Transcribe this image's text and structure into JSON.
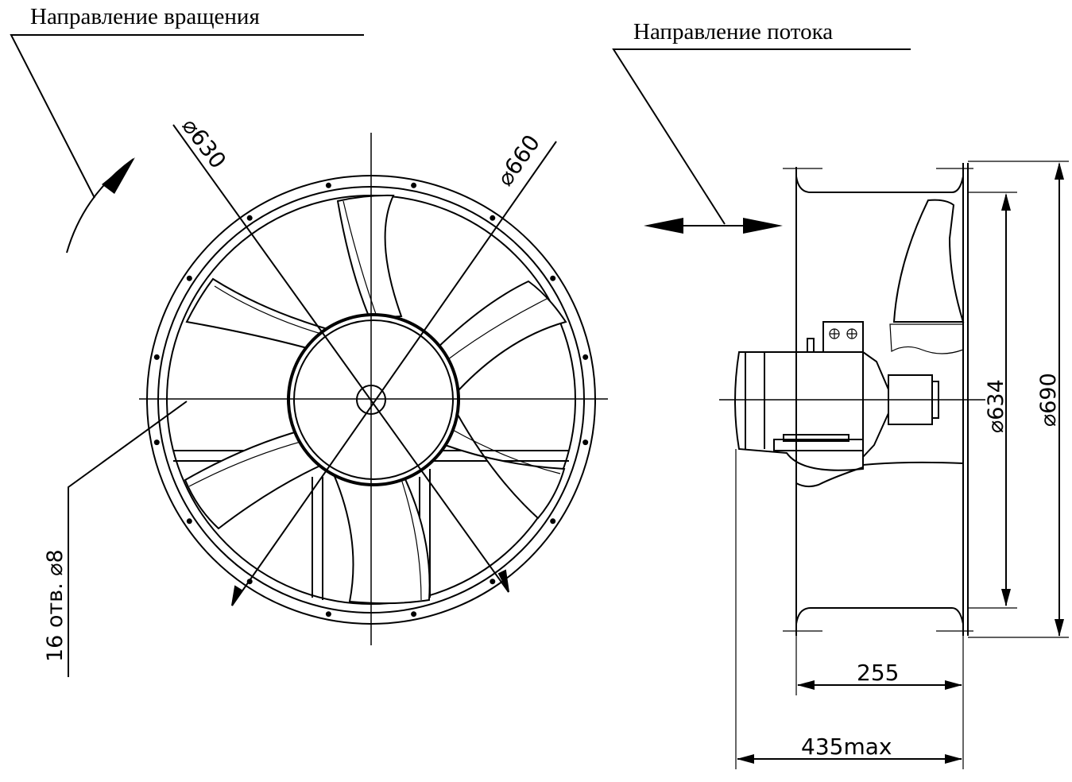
{
  "labels": {
    "rotation_direction": "Направление вращения",
    "flow_direction": "Направление потока",
    "holes": "16 отв. ⌀8",
    "dia_630": "⌀630",
    "dia_660": "⌀660",
    "dia_634": "⌀634",
    "dia_690": "⌀690",
    "len_255": "255",
    "len_435": "435max"
  }
}
